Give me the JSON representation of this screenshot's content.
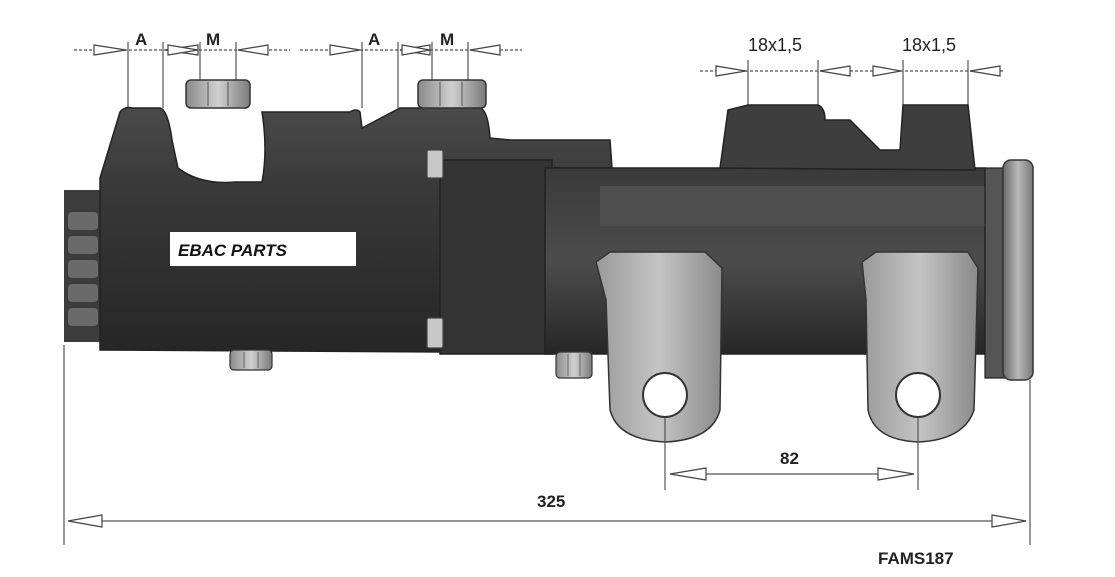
{
  "brand_label": "EBAC PARTS",
  "part_code": "FAMS187",
  "port_dimensions": {
    "a_label": "A",
    "m_label": "M",
    "thread_label": "18x1,5"
  },
  "overall_length": "325",
  "mount_spacing": "82"
}
